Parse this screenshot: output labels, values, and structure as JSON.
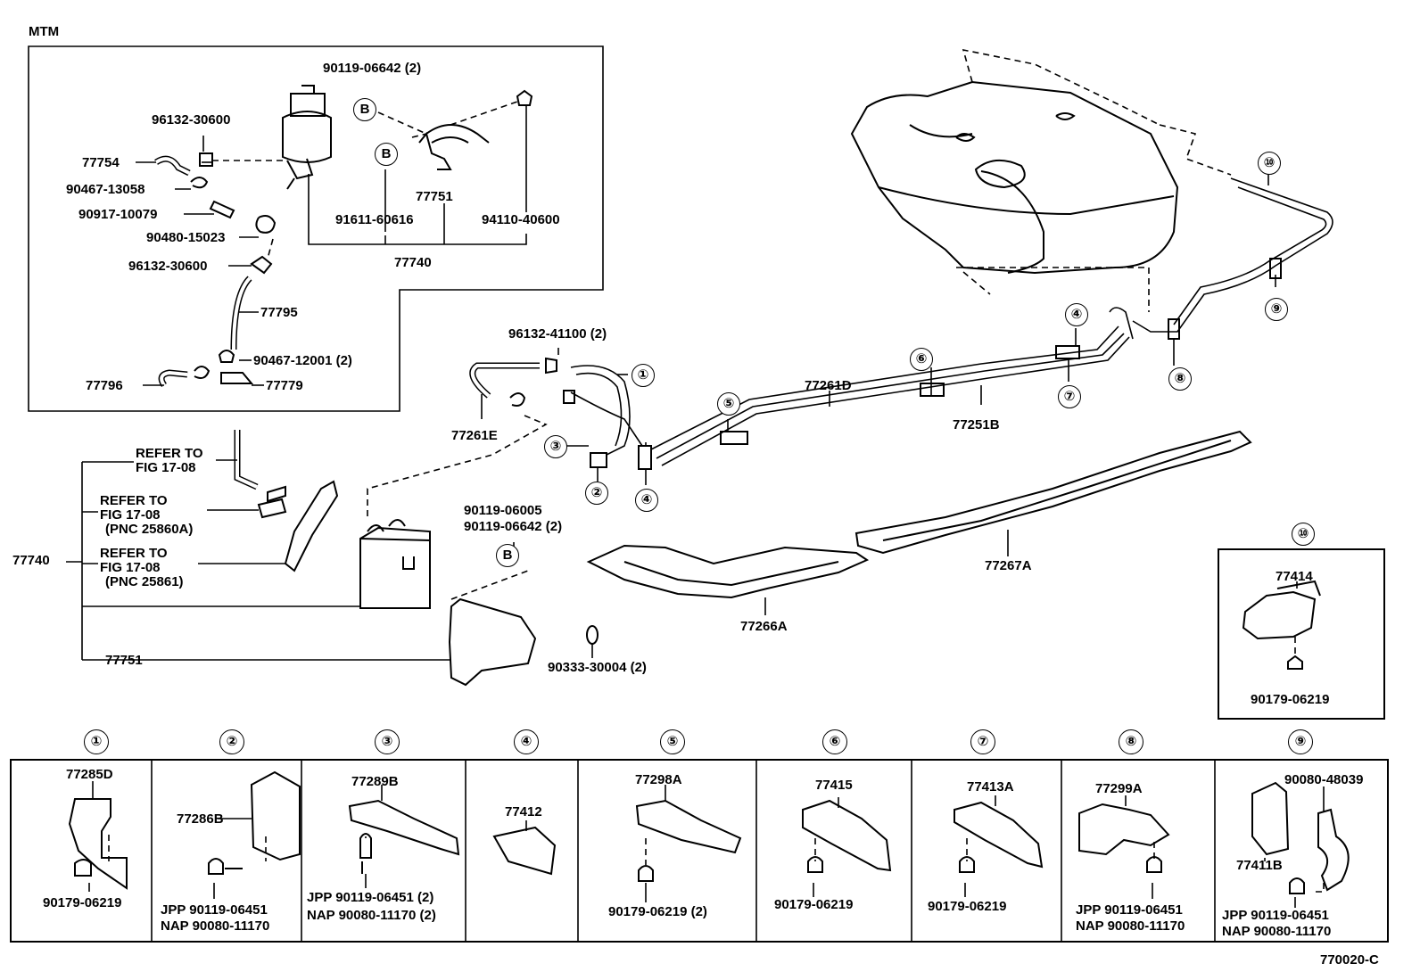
{
  "section_label": "MTM",
  "figure_code": "770020-C",
  "callouts": {
    "c1": "①",
    "c2": "②",
    "c3": "③",
    "c4": "④",
    "c5": "⑤",
    "c6": "⑥",
    "c7": "⑦",
    "c8": "⑧",
    "c9": "⑨",
    "c10": "⑩"
  },
  "inset_mtm": {
    "p90119_06642": "90119-06642 (2)",
    "b_marker": "B",
    "p96132_30600a": "96132-30600",
    "p77754": "77754",
    "p90467_13058": "90467-13058",
    "p90917_10079": "90917-10079",
    "p90480_15023": "90480-15023",
    "p96132_30600b": "96132-30600",
    "p77751": "77751",
    "p91611_60616": "91611-60616",
    "p94110_40600": "94110-40600",
    "p77740": "77740",
    "p77795": "77795",
    "p90467_12001": "90467-12001 (2)",
    "p77796": "77796",
    "p77779": "77779"
  },
  "main": {
    "p96132_41100": "96132-41100 (2)",
    "p77261e": "77261E",
    "p77261d": "77261D",
    "p77251b": "77251B",
    "p77267a": "77267A",
    "p77266a": "77266A",
    "p90119_06005": "90119-06005",
    "p90119_06642": "90119-06642 (2)",
    "b_marker": "B",
    "p90333_30004": "90333-30004 (2)",
    "p77740": "77740",
    "p77751": "77751",
    "refer1_a": "REFER TO",
    "refer1_b": "FIG 17-08",
    "refer2_a": "REFER TO",
    "refer2_b": "FIG 17-08",
    "refer2_c": "(PNC 25860A)",
    "refer3_a": "REFER TO",
    "refer3_b": "FIG 17-08",
    "refer3_c": "(PNC 25861)"
  },
  "inset_10": {
    "p77414": "77414",
    "p90179_06219": "90179-06219"
  },
  "table": {
    "cells": [
      {
        "num": "①",
        "part": "77285D",
        "l1": "90179-06219",
        "l2": ""
      },
      {
        "num": "②",
        "part": "77286B",
        "l1": "JPP 90119-06451",
        "l2": "NAP 90080-11170"
      },
      {
        "num": "③",
        "part": "77289B",
        "l1": "JPP 90119-06451 (2)",
        "l2": "NAP 90080-11170 (2)"
      },
      {
        "num": "④",
        "part": "77412",
        "l1": "",
        "l2": ""
      },
      {
        "num": "⑤",
        "part": "77298A",
        "l1": "90179-06219 (2)",
        "l2": ""
      },
      {
        "num": "⑥",
        "part": "77415",
        "l1": "90179-06219",
        "l2": ""
      },
      {
        "num": "⑦",
        "part": "77413A",
        "l1": "90179-06219",
        "l2": ""
      },
      {
        "num": "⑧",
        "part": "77299A",
        "l1": "JPP 90119-06451",
        "l2": "NAP 90080-11170"
      },
      {
        "num": "⑨",
        "part": "77411B",
        "part2": "90080-48039",
        "l1": "JPP 90119-06451",
        "l2": "NAP 90080-11170"
      }
    ]
  }
}
